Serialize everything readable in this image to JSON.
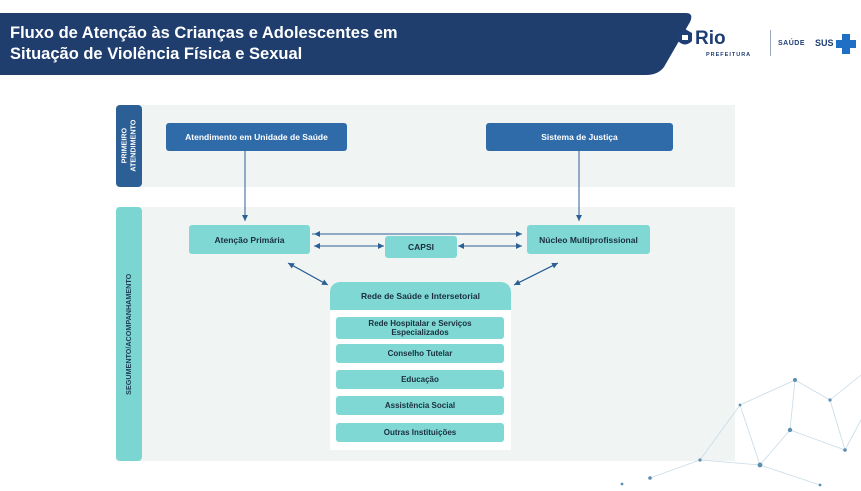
{
  "header": {
    "title_line1": "Fluxo de Atenção às Crianças e Adolescentes em",
    "title_line2": "Situação de Violência Física e Sexual"
  },
  "logos": {
    "rio": "Rio",
    "prefeitura": "PREFEITURA",
    "saude": "SAÚDE",
    "sus": "SUS"
  },
  "sections": {
    "primeiro_label_line1": "PRIMEIRO",
    "primeiro_label_line2": "ATENDIMENTO",
    "seguimento_label": "SEGUMENTO/ACOMPANHAMENTO"
  },
  "nodes": {
    "atendimento": "Atendimento em Unidade de Saúde",
    "justica": "Sistema de Justiça",
    "atencao_primaria": "Atenção Primária",
    "capsi": "CAPSI",
    "nucleo": "Núcleo Multiprofissional",
    "rede": "Rede de Saúde e Intersetorial"
  },
  "rede_items": [
    "Rede Hospitalar e Serviços Especializados",
    "Conselho Tutelar",
    "Educação",
    "Assistência Social",
    "Outras Instituições"
  ],
  "colors": {
    "banner": "#1f3e6e",
    "dark_blue": "#2f6ba9",
    "teal": "#7fd8d3",
    "arrow": "#2c5f95"
  }
}
